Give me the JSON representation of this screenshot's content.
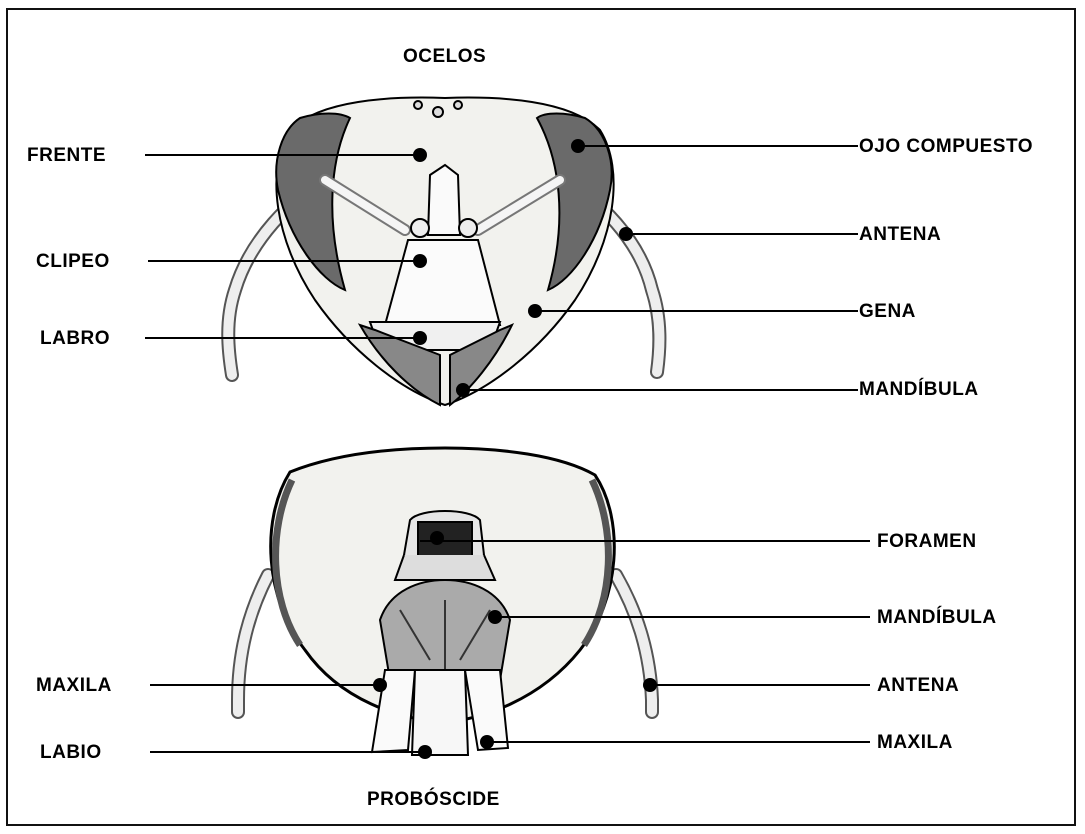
{
  "top_view": {
    "ocelos": "OCELOS",
    "frente": "FRENTE",
    "clipeo": "CLIPEO",
    "labro": "LABRO",
    "ojo_compuesto": "OJO COMPUESTO",
    "antena": "ANTENA",
    "gena": "GENA",
    "mandibula": "MANDÍBULA"
  },
  "bottom_view": {
    "maxila_left": "MAXILA",
    "labio": "LABIO",
    "foramen": "FORAMEN",
    "mandibula": "MANDÍBULA",
    "antena": "ANTENA",
    "maxila_right": "MAXILA",
    "proboscide": "PROBÓSCIDE"
  },
  "colors": {
    "line": "#000000",
    "head_fill": "#f2f2ee",
    "eye_fill": "#6a6a6a"
  }
}
